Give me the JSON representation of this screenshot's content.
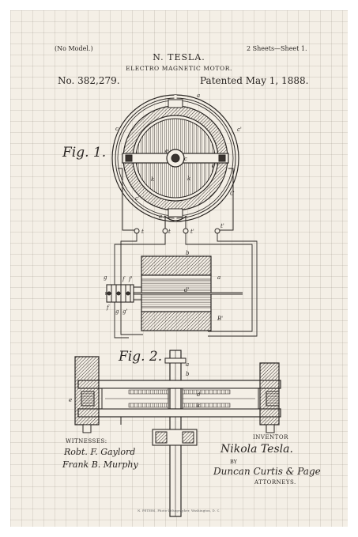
{
  "header": {
    "model": "(No Model.)",
    "sheets": "2 Sheets—Sheet 1.",
    "inventor": "N. TESLA.",
    "title": "ELECTRO MAGNETIC MOTOR.",
    "number": "No. 382,279.",
    "date": "Patented May 1, 1888."
  },
  "figures": {
    "fig1_label": "Fig. 1.",
    "fig2_label": "Fig. 2."
  },
  "labels": {
    "top_a": "a",
    "c_left": "c",
    "c_right_top": "c'",
    "c_right_bottom": "C",
    "c_left_bottom": "c'",
    "rotor_e": "e",
    "rotor_c": "c",
    "rotor_k_left": "k",
    "rotor_k_right": "k",
    "rotor_ep": "e'",
    "term_a": "a",
    "term_t1": "t",
    "term_t2": "t",
    "term_t3": "t'",
    "term_t4": "t'",
    "arm_b": "b",
    "arm_a": "a",
    "arm_d": "d'",
    "arm_bp": "B'",
    "comm_g": "g",
    "comm_f": "f",
    "comm_fp": "f'",
    "comm_fb": "f",
    "comm_gb": "g",
    "comm_gp": "g'",
    "f2_a": "a",
    "f2_b": "b",
    "f2_d": "d",
    "f2_k": "k",
    "f2_e": "e"
  },
  "witnesses": {
    "label": "WITNESSES:",
    "witness1": "Robt. F. Gaylord",
    "witness2": "Frank B. Murphy"
  },
  "inventor": {
    "label": "INVENTOR",
    "signature": "Nikola Tesla.",
    "by": "BY",
    "attorneys_signature": "Duncan Curtis & Page",
    "attorneys_label": "ATTORNEYS."
  },
  "footer": "N. PETERS, Photo-Lithographer, Washington, D. C."
}
